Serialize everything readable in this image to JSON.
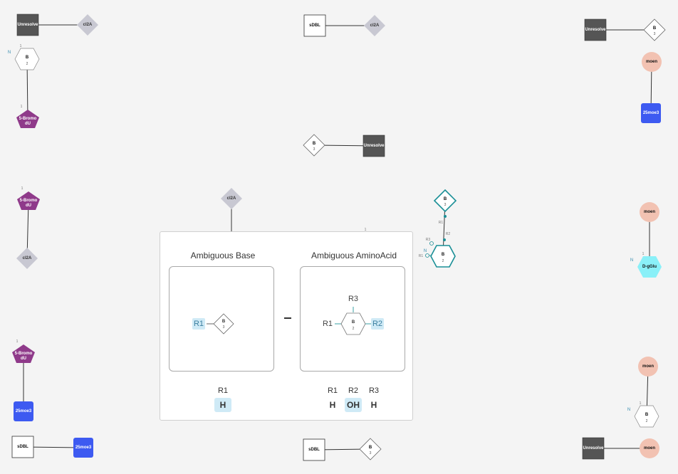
{
  "colors": {
    "background": "#f4f4f4",
    "unresolved": "#555555",
    "diamond_gray": "#c8c8d2",
    "bromo_purple": "#8f3a8a",
    "moe_blue": "#3d5af1",
    "moen_peach": "#f2c2b2",
    "dglu_cyan": "#8af0f8",
    "selected_teal": "#1a8f96",
    "attach_highlight": "#cfeaf6"
  },
  "canvas": {
    "nodes": [
      {
        "id": "unres1",
        "shape": "square-dark",
        "label": "Unresolve"
      },
      {
        "id": "cl2a1",
        "shape": "diamond-gray",
        "label": "cl2A"
      },
      {
        "id": "hexB2a",
        "shape": "hexagon",
        "label": "B",
        "sub": "2",
        "index": "1",
        "side": "N"
      },
      {
        "id": "bromo1",
        "shape": "pentagon",
        "label": "5-Bromo dU",
        "index": "1"
      },
      {
        "id": "sdbl1",
        "shape": "square-outline",
        "label": "sDBL"
      },
      {
        "id": "cl2a2",
        "shape": "diamond-gray",
        "label": "cl2A"
      },
      {
        "id": "unres2",
        "shape": "square-dark",
        "label": "Unresolve"
      },
      {
        "id": "diaB3a",
        "shape": "diamond",
        "label": "B",
        "sub": "3"
      },
      {
        "id": "moen1",
        "shape": "circle",
        "label": "moen"
      },
      {
        "id": "moe1",
        "shape": "rounded-blue",
        "label": "25moe3"
      },
      {
        "id": "diaB3b",
        "shape": "diamond",
        "label": "B",
        "sub": "3"
      },
      {
        "id": "unres3",
        "shape": "square-dark",
        "label": "Unresolve"
      },
      {
        "id": "bromo2",
        "shape": "pentagon",
        "label": "5-Bromo dU",
        "index": "1"
      },
      {
        "id": "cl2a3",
        "shape": "diamond-gray",
        "label": "cl2A"
      },
      {
        "id": "cl2a4",
        "shape": "diamond-gray",
        "label": "cl2A"
      },
      {
        "id": "diaSel",
        "shape": "diamond-sel",
        "label": "B",
        "sub": "3"
      },
      {
        "id": "hexSel",
        "shape": "hexagon-sel",
        "label": "B",
        "sub": "2",
        "side": "N"
      },
      {
        "id": "moen2",
        "shape": "circle",
        "label": "moen"
      },
      {
        "id": "dglu",
        "shape": "hexagon-cyan",
        "label": "D-gGlu",
        "index": "1",
        "side": "N"
      },
      {
        "id": "bromo3",
        "shape": "pentagon",
        "label": "5-Bromo dU",
        "index": "1"
      },
      {
        "id": "moe2",
        "shape": "rounded-blue",
        "label": "25moe3"
      },
      {
        "id": "sdbl2",
        "shape": "square-outline",
        "label": "sDBL"
      },
      {
        "id": "moe3",
        "shape": "rounded-blue",
        "label": "25moe3"
      },
      {
        "id": "sdbl3",
        "shape": "square-outline",
        "label": "sDBL"
      },
      {
        "id": "diaB3c",
        "shape": "diamond",
        "label": "B",
        "sub": "3"
      },
      {
        "id": "moen3",
        "shape": "circle",
        "label": "moen"
      },
      {
        "id": "hexB2b",
        "shape": "hexagon",
        "label": "B",
        "sub": "2",
        "index": "1",
        "side": "N"
      },
      {
        "id": "unres4",
        "shape": "square-dark",
        "label": "Unresolve"
      },
      {
        "id": "moen4",
        "shape": "circle",
        "label": "moen"
      }
    ],
    "bonds": [
      [
        "unres1",
        "cl2a1"
      ],
      [
        "hexB2a",
        "bromo1"
      ],
      [
        "sdbl1",
        "cl2a2"
      ],
      [
        "unres2",
        "diaB3a"
      ],
      [
        "moen1",
        "moe1"
      ],
      [
        "diaB3b",
        "unres3"
      ],
      [
        "bromo2",
        "cl2a3"
      ],
      [
        "diaSel",
        "hexSel"
      ],
      [
        "moen2",
        "dglu"
      ],
      [
        "bromo3",
        "moe2"
      ],
      [
        "sdbl2",
        "moe3"
      ],
      [
        "sdbl3",
        "diaB3c"
      ],
      [
        "moen3",
        "hexB2b"
      ],
      [
        "unres4",
        "moen4"
      ]
    ],
    "selected_labels": {
      "r1_top": "R1",
      "r2": "R2",
      "r3": "R3",
      "r1_side": "R1"
    },
    "card_index": "1"
  },
  "card": {
    "base": {
      "title": "Ambiguous Base",
      "monomer_label": "B",
      "monomer_sub": "3",
      "r1_label": "R1",
      "r_groups": [
        {
          "name": "R1",
          "value": "H",
          "highlighted": true
        }
      ]
    },
    "connector": "–",
    "amino": {
      "title": "Ambiguous AminoAcid",
      "monomer_label": "B",
      "monomer_sub": "2",
      "r1_label": "R1",
      "r2_label": "R2",
      "r3_label": "R3",
      "r_groups": [
        {
          "name": "R1",
          "value": "H",
          "highlighted": false
        },
        {
          "name": "R2",
          "value": "OH",
          "highlighted": true
        },
        {
          "name": "R3",
          "value": "H",
          "highlighted": false
        }
      ]
    }
  }
}
